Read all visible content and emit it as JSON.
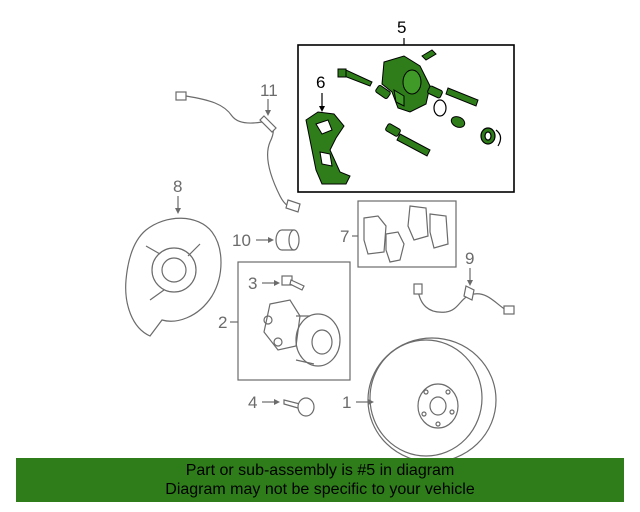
{
  "callouts": {
    "c1": "1",
    "c2": "2",
    "c3": "3",
    "c4": "4",
    "c5": "5",
    "c6": "6",
    "c7": "7",
    "c8": "8",
    "c9": "9",
    "c10": "10",
    "c11": "11"
  },
  "banner": {
    "line1": "Part or sub-assembly is #5 in diagram",
    "line2": "Diagram may not be specific to your vehicle"
  },
  "colors": {
    "highlight": "#2e7d1a",
    "banner_bg": "#2e7d1a",
    "line_art": "#6b6b6b"
  }
}
